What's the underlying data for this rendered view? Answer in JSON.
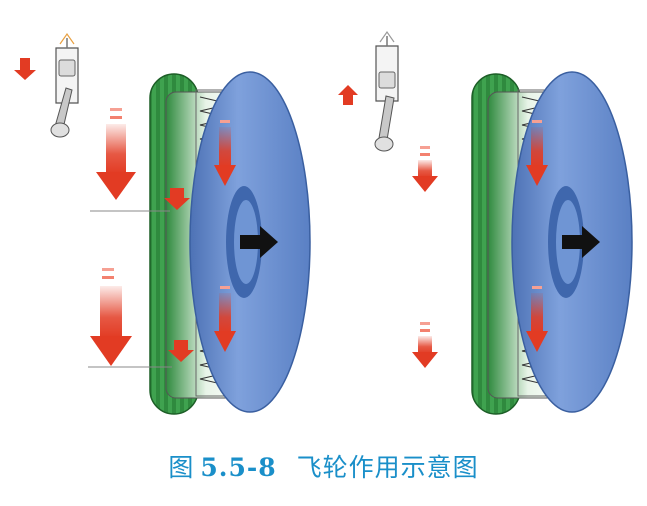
{
  "caption": {
    "prefix": "图",
    "number": "5.5-8",
    "title": "飞轮作用示意图"
  },
  "colors": {
    "disc": "#6f95d4",
    "disc_dark": "#4d72b5",
    "ring_gear": "#2f8a3e",
    "hub": "#cfe8cf",
    "arrow_red": "#e23b23",
    "arrow_black": "#111111",
    "caption": "#1a8fc9"
  },
  "panels": [
    {
      "name": "left",
      "piston_motion": "down",
      "spring_state": "compressed"
    },
    {
      "name": "right",
      "piston_motion": "up",
      "spring_state": "extended"
    }
  ]
}
